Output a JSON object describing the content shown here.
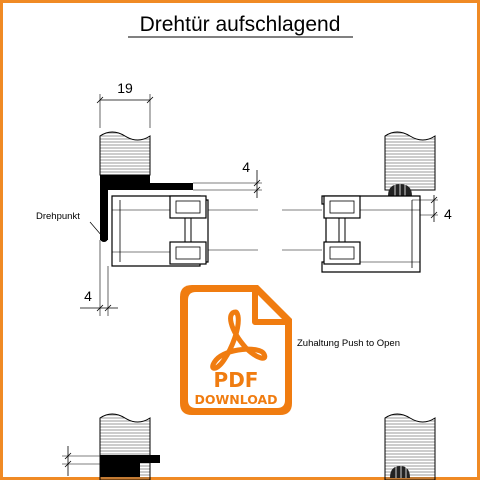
{
  "title": "Drehtür aufschlagend",
  "dimensions": {
    "width_top": "19",
    "gap_top": "4",
    "gap_right": "4",
    "gap_left": "4"
  },
  "labels": {
    "pivot": "Drehpunkt",
    "latch": "Zuhaltung Push to Open"
  },
  "pdf_badge": {
    "line1": "PDF",
    "line2": "DOWNLOAD"
  },
  "colors": {
    "frame": "#f08a24",
    "badge": "#f07c10",
    "ink": "#000000"
  }
}
